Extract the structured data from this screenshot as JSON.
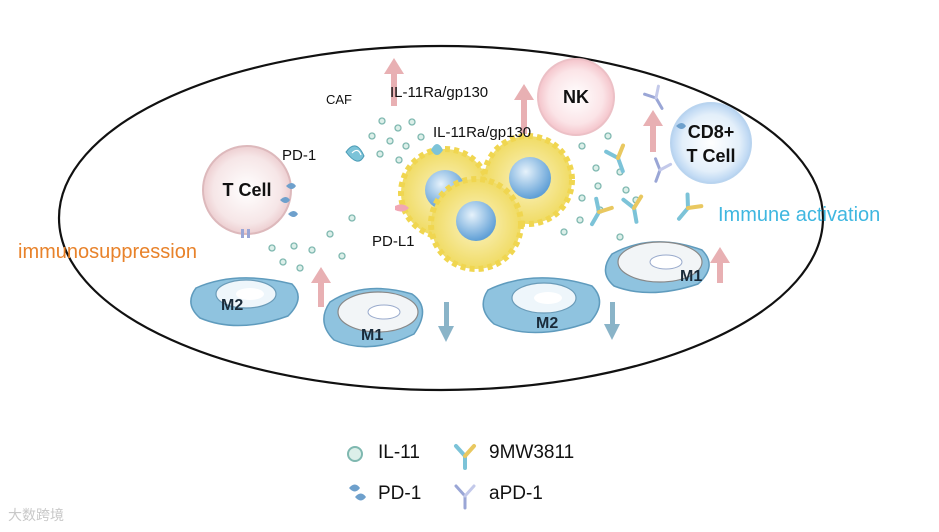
{
  "labels": {
    "caf": "CAF",
    "il11ra_top": "IL-11Ra/gp130",
    "il11ra_mid": "IL-11Ra/gp130",
    "pd1": "PD-1",
    "pdl1": "PD-L1",
    "nk": "NK",
    "cd8_line1": "CD8+",
    "cd8_line2": "T Cell",
    "tcell": "T Cell",
    "m2_left": "M2",
    "m1_left": "M1",
    "m2_right": "M2",
    "m1_right": "M1"
  },
  "side": {
    "immunosuppression": "immunosuppression",
    "immune_activation": "Immune activation"
  },
  "legend": [
    {
      "icon": "il11-dot-icon",
      "label": "IL-11"
    },
    {
      "icon": "9mw3811-antibody-icon",
      "label": "9MW3811"
    },
    {
      "icon": "pd1-receptor-icon",
      "label": "PD-1"
    },
    {
      "icon": "apd1-antibody-icon",
      "label": "aPD-1"
    }
  ],
  "watermark": "大数跨境",
  "colors": {
    "outline": "#111111",
    "tumor": "#f3e06a",
    "tumor_nucleus": "#7fb3e0",
    "tcell": "#f0d6d8",
    "nk": "#f4c9cf",
    "cd8": "#cfe3f6",
    "macrophage": "#8fc3df",
    "up_arrow": "#e8b0b3",
    "down_arrow": "#8ab4c8",
    "antibody_9mw": "#7cc3d8",
    "antibody_apd1": "#9aa6d6",
    "orange": "#e8822a",
    "blue_text": "#3fb7e0"
  }
}
